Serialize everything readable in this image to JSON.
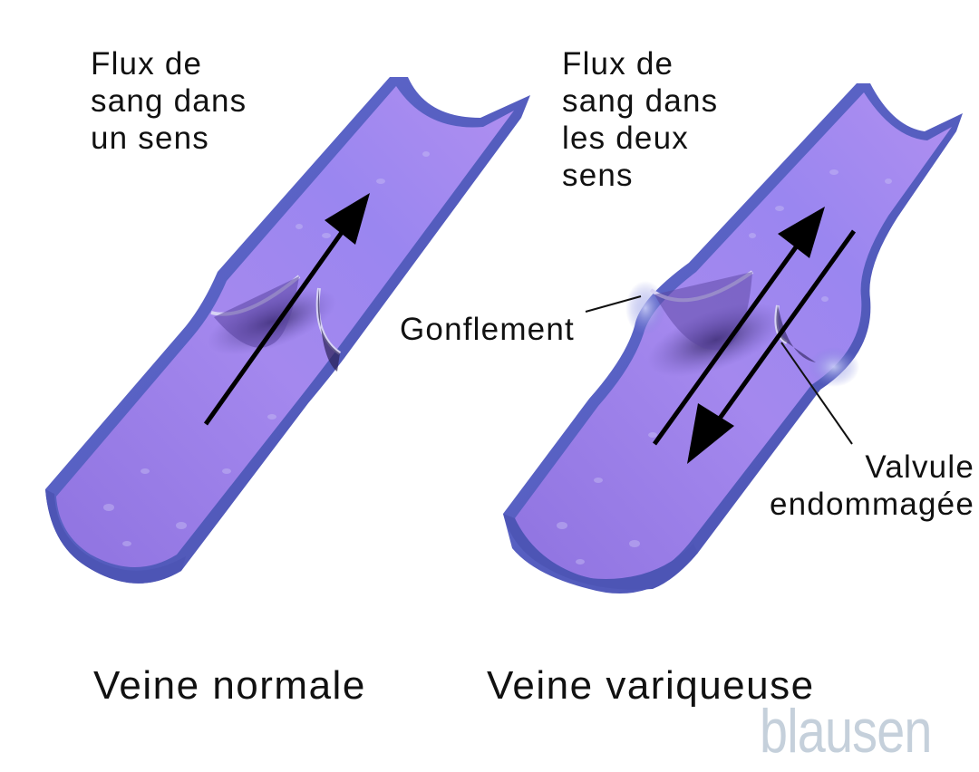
{
  "diagram": {
    "type": "medical-illustration",
    "subject": "Veine normale vs veine variqueuse",
    "colors": {
      "vein_interior": "#9a7de8",
      "vein_interior_light": "#b39bf2",
      "vein_wall": "#5b63c4",
      "vein_wall_dark": "#434aa8",
      "valve_edge": "#d8d6f5",
      "arrow": "#000000",
      "logo": "#c5d0db"
    }
  },
  "panels": [
    {
      "id": "normal",
      "caption": "Veine normale",
      "flow_label": "Flux de\nsang dans\nun sens",
      "arrows": [
        {
          "direction": "up"
        }
      ]
    },
    {
      "id": "varicose",
      "caption": "Veine variqueuse",
      "flow_label": "Flux de\nsang dans\nles deux\nsens",
      "arrows": [
        {
          "direction": "up"
        },
        {
          "direction": "down"
        }
      ],
      "callouts": [
        {
          "label": "Gonflement"
        },
        {
          "label": "Valvule\nendommagée"
        }
      ]
    }
  ],
  "logo": "blausen"
}
